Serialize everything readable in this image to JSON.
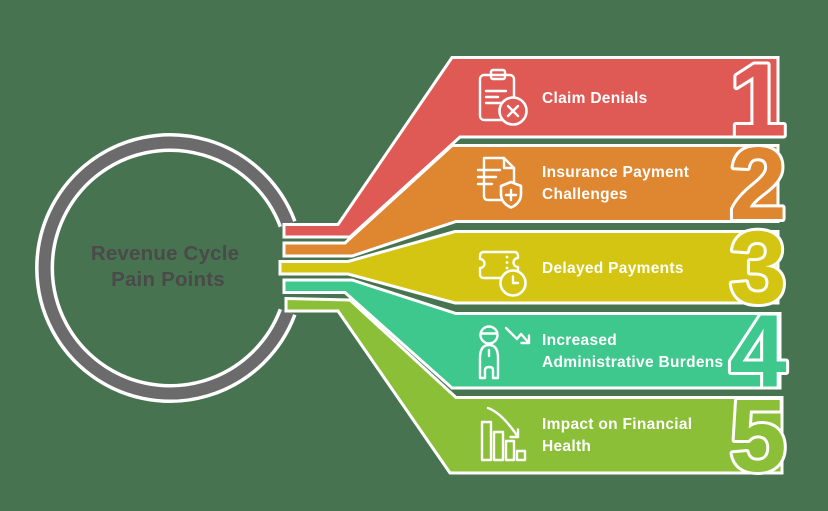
{
  "background_color": "#487351",
  "center": {
    "title_line1": "Revenue Cycle",
    "title_line2": "Pain Points",
    "text_color": "#4a4a4a",
    "ring_color": "#6b6b6b"
  },
  "items": [
    {
      "number": "1",
      "label": "Claim Denials",
      "color": "#e05a55",
      "icon": "clipboard-x-icon"
    },
    {
      "number": "2",
      "label": "Insurance Payment",
      "label_line2": "Challenges",
      "color": "#df8630",
      "icon": "document-shield-plus-icon"
    },
    {
      "number": "3",
      "label": "Delayed Payments",
      "color": "#d3c512",
      "icon": "ticket-clock-icon"
    },
    {
      "number": "4",
      "label": "Increased",
      "label_line2": "Administrative Burdens",
      "color": "#3ec88d",
      "icon": "person-declining-arrow-icon"
    },
    {
      "number": "5",
      "label": "Impact on Financial",
      "label_line2": "Health",
      "color": "#8bbf38",
      "icon": "declining-bar-chart-icon"
    }
  ]
}
